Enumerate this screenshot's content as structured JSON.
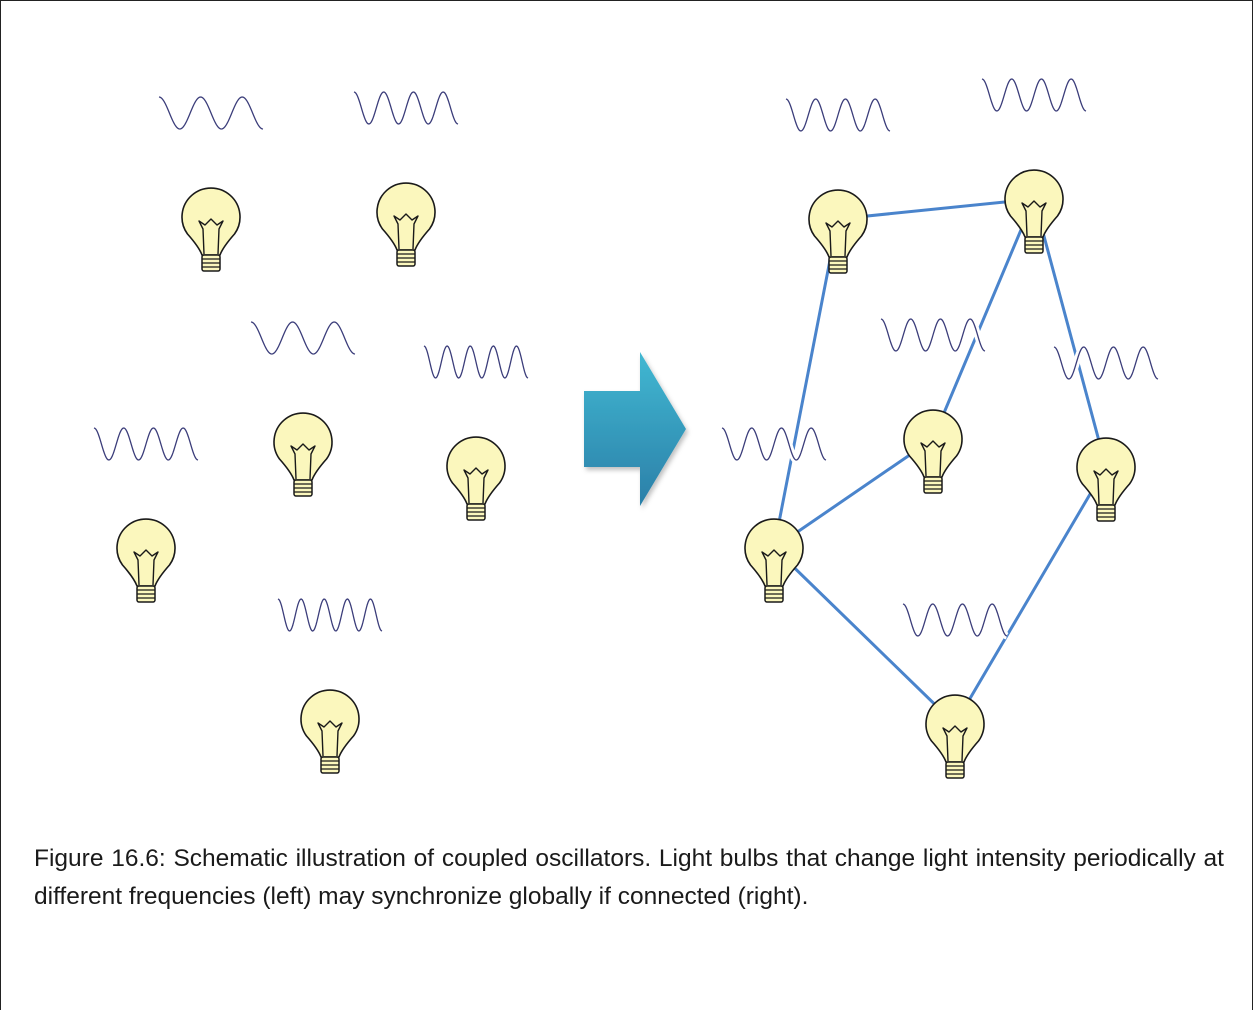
{
  "caption": "Figure 16.6: Schematic illustration of coupled oscillators. Light bulbs that change light intensity periodically at different frequencies (left) may synchronize globally if connected (right).",
  "colors": {
    "bulb_fill": "#fbf7bd",
    "bulb_stroke": "#1a1a1a",
    "wave": "#3b3d7a",
    "link": "#4a84cc",
    "arrow_top": "#41b8d2",
    "arrow_bottom": "#2b7fa8",
    "border": "#222222"
  },
  "icons": {
    "bulb": "light-bulb-icon",
    "wave": "sine-wave-icon",
    "arrow": "right-arrow-icon"
  },
  "left_panel": {
    "oscillators": [
      {
        "id": "L1",
        "wave_cycles": 2.5
      },
      {
        "id": "L2",
        "wave_cycles": 3.5
      },
      {
        "id": "L3",
        "wave_cycles": 2.5
      },
      {
        "id": "L4",
        "wave_cycles": 4.5
      },
      {
        "id": "L5",
        "wave_cycles": 3.5
      },
      {
        "id": "L6",
        "wave_cycles": 4.5
      }
    ]
  },
  "right_panel": {
    "oscillators": [
      {
        "id": "R1",
        "wave_cycles": 3.5
      },
      {
        "id": "R2",
        "wave_cycles": 3.5
      },
      {
        "id": "R3",
        "wave_cycles": 3.5
      },
      {
        "id": "R4",
        "wave_cycles": 3.5
      },
      {
        "id": "R5",
        "wave_cycles": 3.5
      },
      {
        "id": "R6",
        "wave_cycles": 3.5
      }
    ],
    "connections": [
      [
        "R1",
        "R2"
      ],
      [
        "R1",
        "R5"
      ],
      [
        "R2",
        "R3"
      ],
      [
        "R2",
        "R4"
      ],
      [
        "R5",
        "R3"
      ],
      [
        "R5",
        "R6"
      ],
      [
        "R4",
        "R6"
      ]
    ]
  }
}
